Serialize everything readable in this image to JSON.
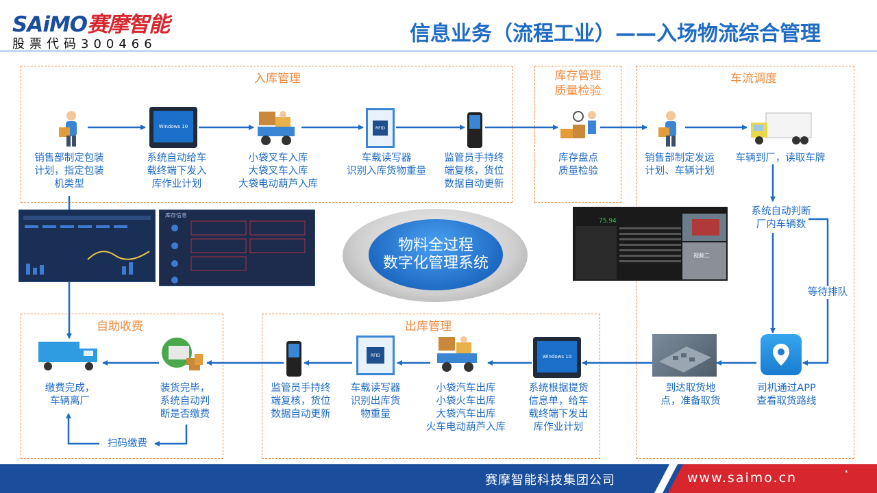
{
  "header": {
    "logo_en": "SAiMO",
    "logo_cn": "赛摩智能",
    "stock_code": "股票代码300466",
    "title": "信息业务（流程工业）——入场物流综合管理"
  },
  "sections": {
    "inbound": "入库管理",
    "inventory_line1": "库存管理",
    "inventory_line2": "质量检验",
    "traffic": "车流调度",
    "self_pay": "自助收费",
    "outbound": "出库管理"
  },
  "center": {
    "line1": "物料全过程",
    "line2": "数字化管理系统"
  },
  "steps": {
    "s1": [
      "销售部制定包装",
      "计划，指定包装",
      "机类型"
    ],
    "s2": [
      "系统自动给车",
      "载终端下发入",
      "库作业计划"
    ],
    "s3": [
      "小袋叉车入库",
      "大袋叉车入库",
      "大袋电动葫芦入库"
    ],
    "s4": [
      "车载读写器",
      "识别入库货物重量"
    ],
    "s5": [
      "监管员手持终",
      "端复核，货位",
      "数据自动更新"
    ],
    "s6": [
      "库存盘点",
      "质量检验"
    ],
    "s7": [
      "销售部制定发运",
      "计划、车辆计划"
    ],
    "s8": [
      "车辆到厂，读取车牌"
    ],
    "s9": [
      "系统自动判断",
      "厂内车辆数"
    ],
    "s10": [
      "等待排队"
    ],
    "s11": [
      "司机通过APP",
      "查看取货路线"
    ],
    "s12": [
      "到达取货地",
      "点，准备取货"
    ],
    "s13": [
      "系统根据提货",
      "信息单，给车",
      "载终端下发出",
      "库作业计划"
    ],
    "s14": [
      "小袋汽车出库",
      "小袋火车出库",
      "大袋汽车出库",
      "火车电动葫芦入库"
    ],
    "s15": [
      "车载读写器",
      "识别出库货",
      "物重量"
    ],
    "s16": [
      "监管员手持终",
      "端复核，货位",
      "数据自动更新"
    ],
    "s17": [
      "装货完毕，",
      "系统自动判",
      "断是否缴费"
    ],
    "s18": [
      "缴费完成，",
      "车辆离厂"
    ],
    "s19": [
      "扫码缴费"
    ]
  },
  "screens": {
    "win_label": "Windows 10",
    "rfid_label": "RFID",
    "monitor_value": "75.94",
    "monitor_tag": "视频二",
    "inventory_title": "库存信息"
  },
  "footer": {
    "company": "赛摩智能科技集团公司",
    "url": "www.saimo.cn",
    "mark": "*"
  },
  "colors": {
    "brand_blue": "#1a4d9c",
    "accent_blue": "#1f6bc4",
    "orange": "#f08a3c",
    "red": "#d8262e"
  }
}
